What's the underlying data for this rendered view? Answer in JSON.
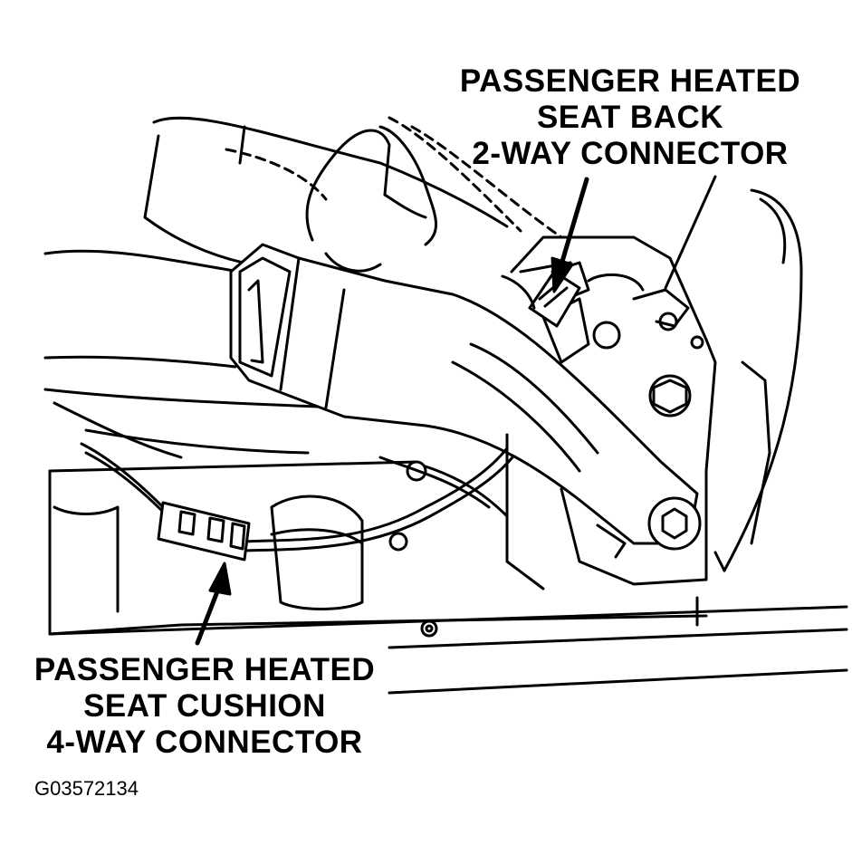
{
  "callouts": {
    "seat_back": {
      "line1": "PASSENGER HEATED",
      "line2": "SEAT BACK",
      "line3": "2-WAY CONNECTOR"
    },
    "seat_cushion": {
      "line1": "PASSENGER HEATED",
      "line2": "SEAT CUSHION",
      "line3": "4-WAY CONNECTOR"
    }
  },
  "figure_id": "G03572134",
  "colors": {
    "ink": "#000000",
    "paper": "#ffffff"
  }
}
